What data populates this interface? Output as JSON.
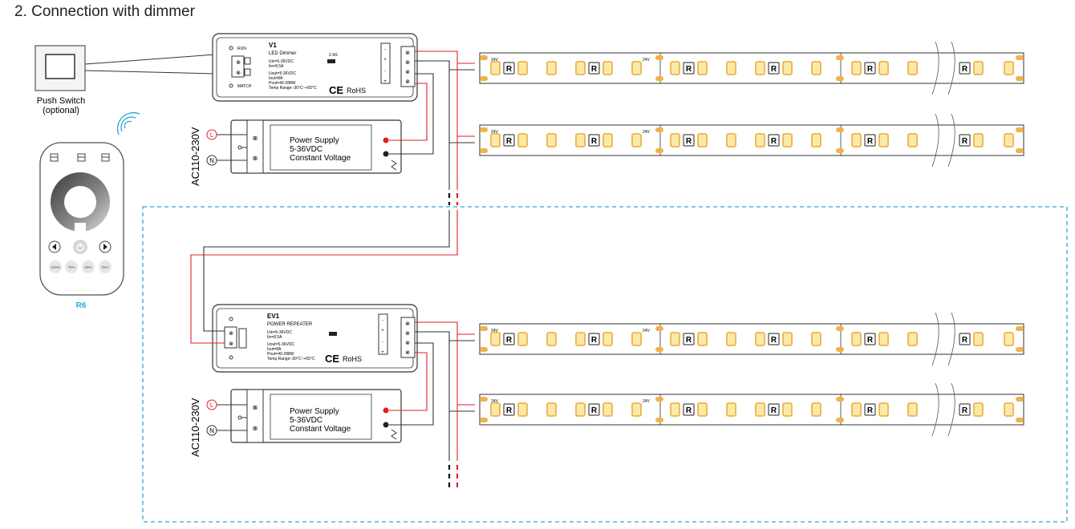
{
  "title": "2. Connection with dimmer",
  "push_switch": {
    "label_line1": "Push Switch",
    "label_line2": "(optional)"
  },
  "remote": {
    "model": "R6",
    "presets": [
      "100%",
      "75%",
      "50%",
      "25%"
    ]
  },
  "dimmer": {
    "model": "V1",
    "name": "LED Dimmer",
    "specs": [
      "Uin=5-36VDC",
      "Iin=8.5A",
      "Uout=5-36VDC",
      "Iout=8A",
      "Pout=40-288W",
      "Temp Range:-30°C~+55°C"
    ],
    "run_label": "RUN",
    "match_label": "MATCH",
    "wireless": "2.4G",
    "ce": "CE",
    "rohs": "RoHS"
  },
  "repeater": {
    "model": "EV1",
    "name": "POWER REPEATER",
    "specs": [
      "Uin=5-36VDC",
      "Iin=8.5A",
      "Uout=5-36VDC",
      "Iout=8A",
      "Pout=40-288W",
      "Temp Range:-30°C~+55°C"
    ],
    "ce": "CE",
    "rohs": "RoHS"
  },
  "power_supply": {
    "line1": "Power Supply",
    "line2": "5-36VDC",
    "line3": "Constant Voltage",
    "ac_label": "AC110-230V",
    "live": "L",
    "neutral": "N"
  },
  "strip": {
    "voltage": "24V",
    "resistor": "R"
  },
  "colors": {
    "red": "#e41e26",
    "dashed_box": "#2aa6d6",
    "led": "#f0b24a",
    "led_fill": "#fbe9a8"
  }
}
